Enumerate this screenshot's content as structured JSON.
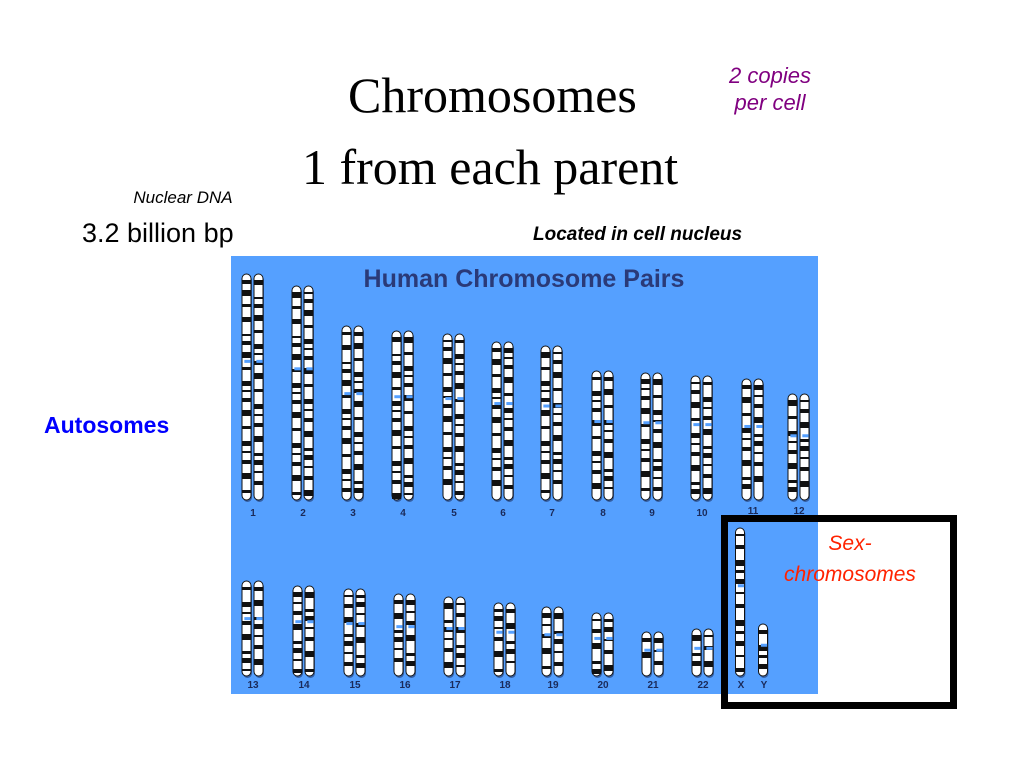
{
  "slide": {
    "title_line1": "Chromosomes",
    "title_line2": "1 from each parent",
    "copies_line1": "2 copies",
    "copies_line2": "per cell",
    "nuclear_label": "Nuclear DNA",
    "bp_label": "3.2 billion bp",
    "location_label": "Located in cell nucleus",
    "autosomes_label": "Autosomes",
    "sex_line1": "Sex-",
    "sex_line2": "chromosomes"
  },
  "karyotype": {
    "panel_title": "Human Chromosome Pairs",
    "background_color": "#55a0ff",
    "chromosomes": [
      "1",
      "2",
      "3",
      "4",
      "5",
      "6",
      "7",
      "8",
      "9",
      "10",
      "11",
      "12",
      "13",
      "14",
      "15",
      "16",
      "17",
      "18",
      "19",
      "20",
      "21",
      "22",
      "X",
      "Y"
    ]
  }
}
